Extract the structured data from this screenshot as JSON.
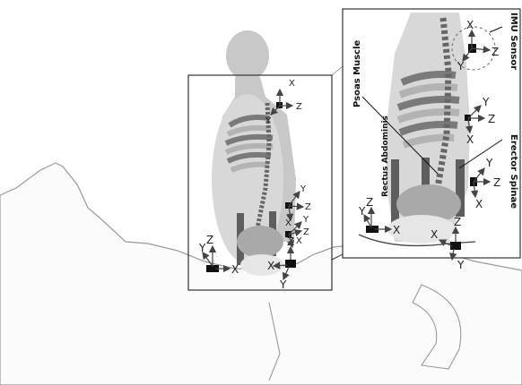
{
  "labels": {
    "imu_sensor": "IMU Sensor",
    "psoas_muscle": "Psoas Muscle",
    "erector_spinae": "Erector Spinae",
    "rectus_abdominis": "Rectus Abdominis"
  },
  "axes": {
    "x": "X",
    "y": "Y",
    "z": "Z"
  },
  "colors": {
    "silhouette": "#c8c8c8",
    "horse_outline": "#9a9a9a",
    "rib_a": "#7a7a7a",
    "rib_b": "#b3b3b3",
    "muscle": "#5e5e5e",
    "sensor": "#111111"
  }
}
